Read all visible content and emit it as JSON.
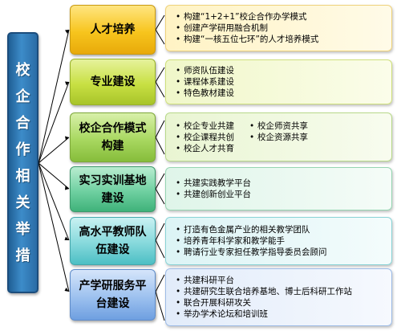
{
  "root": {
    "label": "校企合作相关举措",
    "chars": [
      "校",
      "企",
      "合",
      "作",
      "相",
      "关",
      "举",
      "措"
    ]
  },
  "bullet": "•",
  "categories": [
    {
      "label": "人才培养",
      "items": [
        "构建“1+2+1”校企合作办学模式",
        "创建产学研用融合机制",
        "构建“一核五位七环”的人才培养模式"
      ]
    },
    {
      "label": "专业建设",
      "items": [
        "师资队伍建设",
        "课程体系建设",
        "特色教材建设"
      ]
    },
    {
      "label": "校企合作模式构建",
      "items": [
        "校企专业共建",
        "校企师资共享",
        "校企课程共创",
        "校企资源共享",
        "校企人才共育"
      ]
    },
    {
      "label": "实习实训基地建设",
      "items": [
        "共建实践教学平台",
        "共建创新创业平台"
      ]
    },
    {
      "label": "高水平教师队伍建设",
      "items": [
        "打造有色金属产业的相关教学团队",
        "培养青年科学家和教学能手",
        "聘请行业专家担任教学指导委员会顾问"
      ]
    },
    {
      "label": "产学研服务平台建设",
      "items": [
        "共建科研平台",
        "共建研究生联合培养基地、博士后科研工作站",
        "联合开展科研攻关",
        "举办学术论坛和培训班"
      ]
    }
  ]
}
